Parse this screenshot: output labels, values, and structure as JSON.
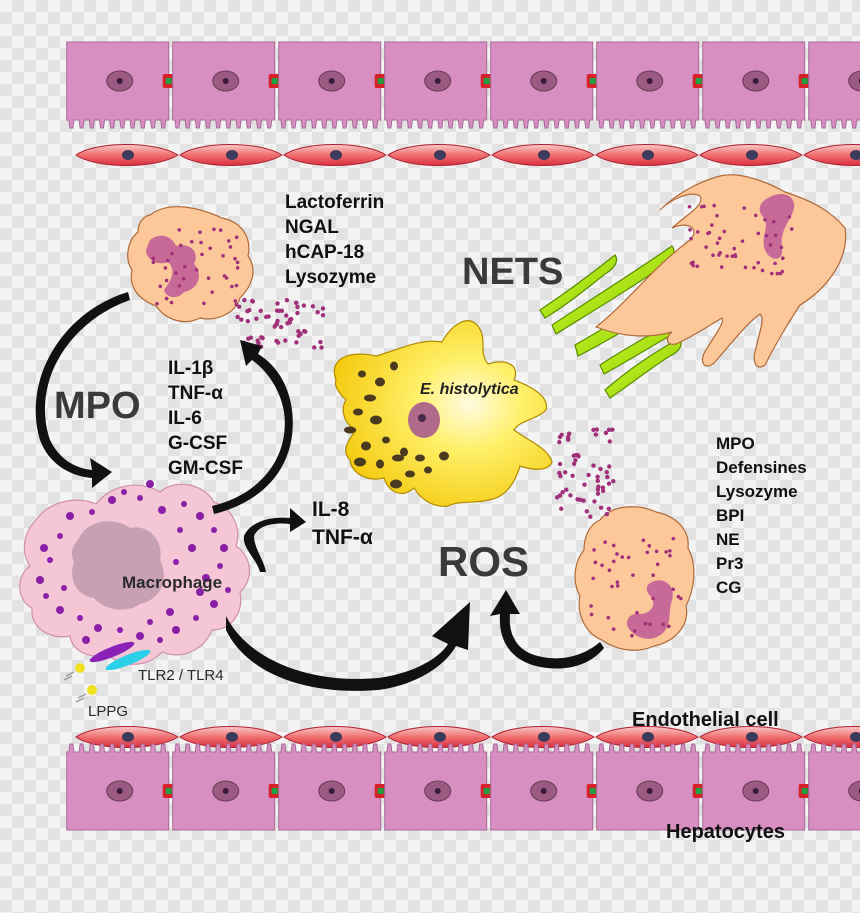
{
  "labels": {
    "granules_top": [
      "Lactoferrin",
      "NGAL",
      "hCAP-18",
      "Lysozyme"
    ],
    "mpo": "MPO",
    "cytokines": [
      "IL-1β",
      "TNF-α",
      "IL-6",
      "G-CSF",
      "GM-CSF"
    ],
    "il8": [
      "IL-8",
      "TNF-α"
    ],
    "nets": "NETS",
    "ehistolytica": "E. histolytica",
    "ros": "ROS",
    "granules_right": [
      "MPO",
      "Defensines",
      "Lysozyme",
      "BPI",
      "NE",
      "Pr3",
      "CG"
    ],
    "macrophage": "Macrophage",
    "tlr": "TLR2 / TLR4",
    "lppg": "LPPG",
    "endothelial": "Endothelial cell",
    "hepatocytes": "Hepatocytes"
  },
  "colors": {
    "hepatocyte": "#d68fc0",
    "endothelial": "#e8505a",
    "neutrophil": "#fcc89a",
    "nucleus": "#c86a98",
    "amoeba": "#f4d000",
    "nets_fiber": "#a6e000",
    "macrophage": "#f4c6d6",
    "granule": "#a0307a",
    "arrow": "#111111"
  }
}
